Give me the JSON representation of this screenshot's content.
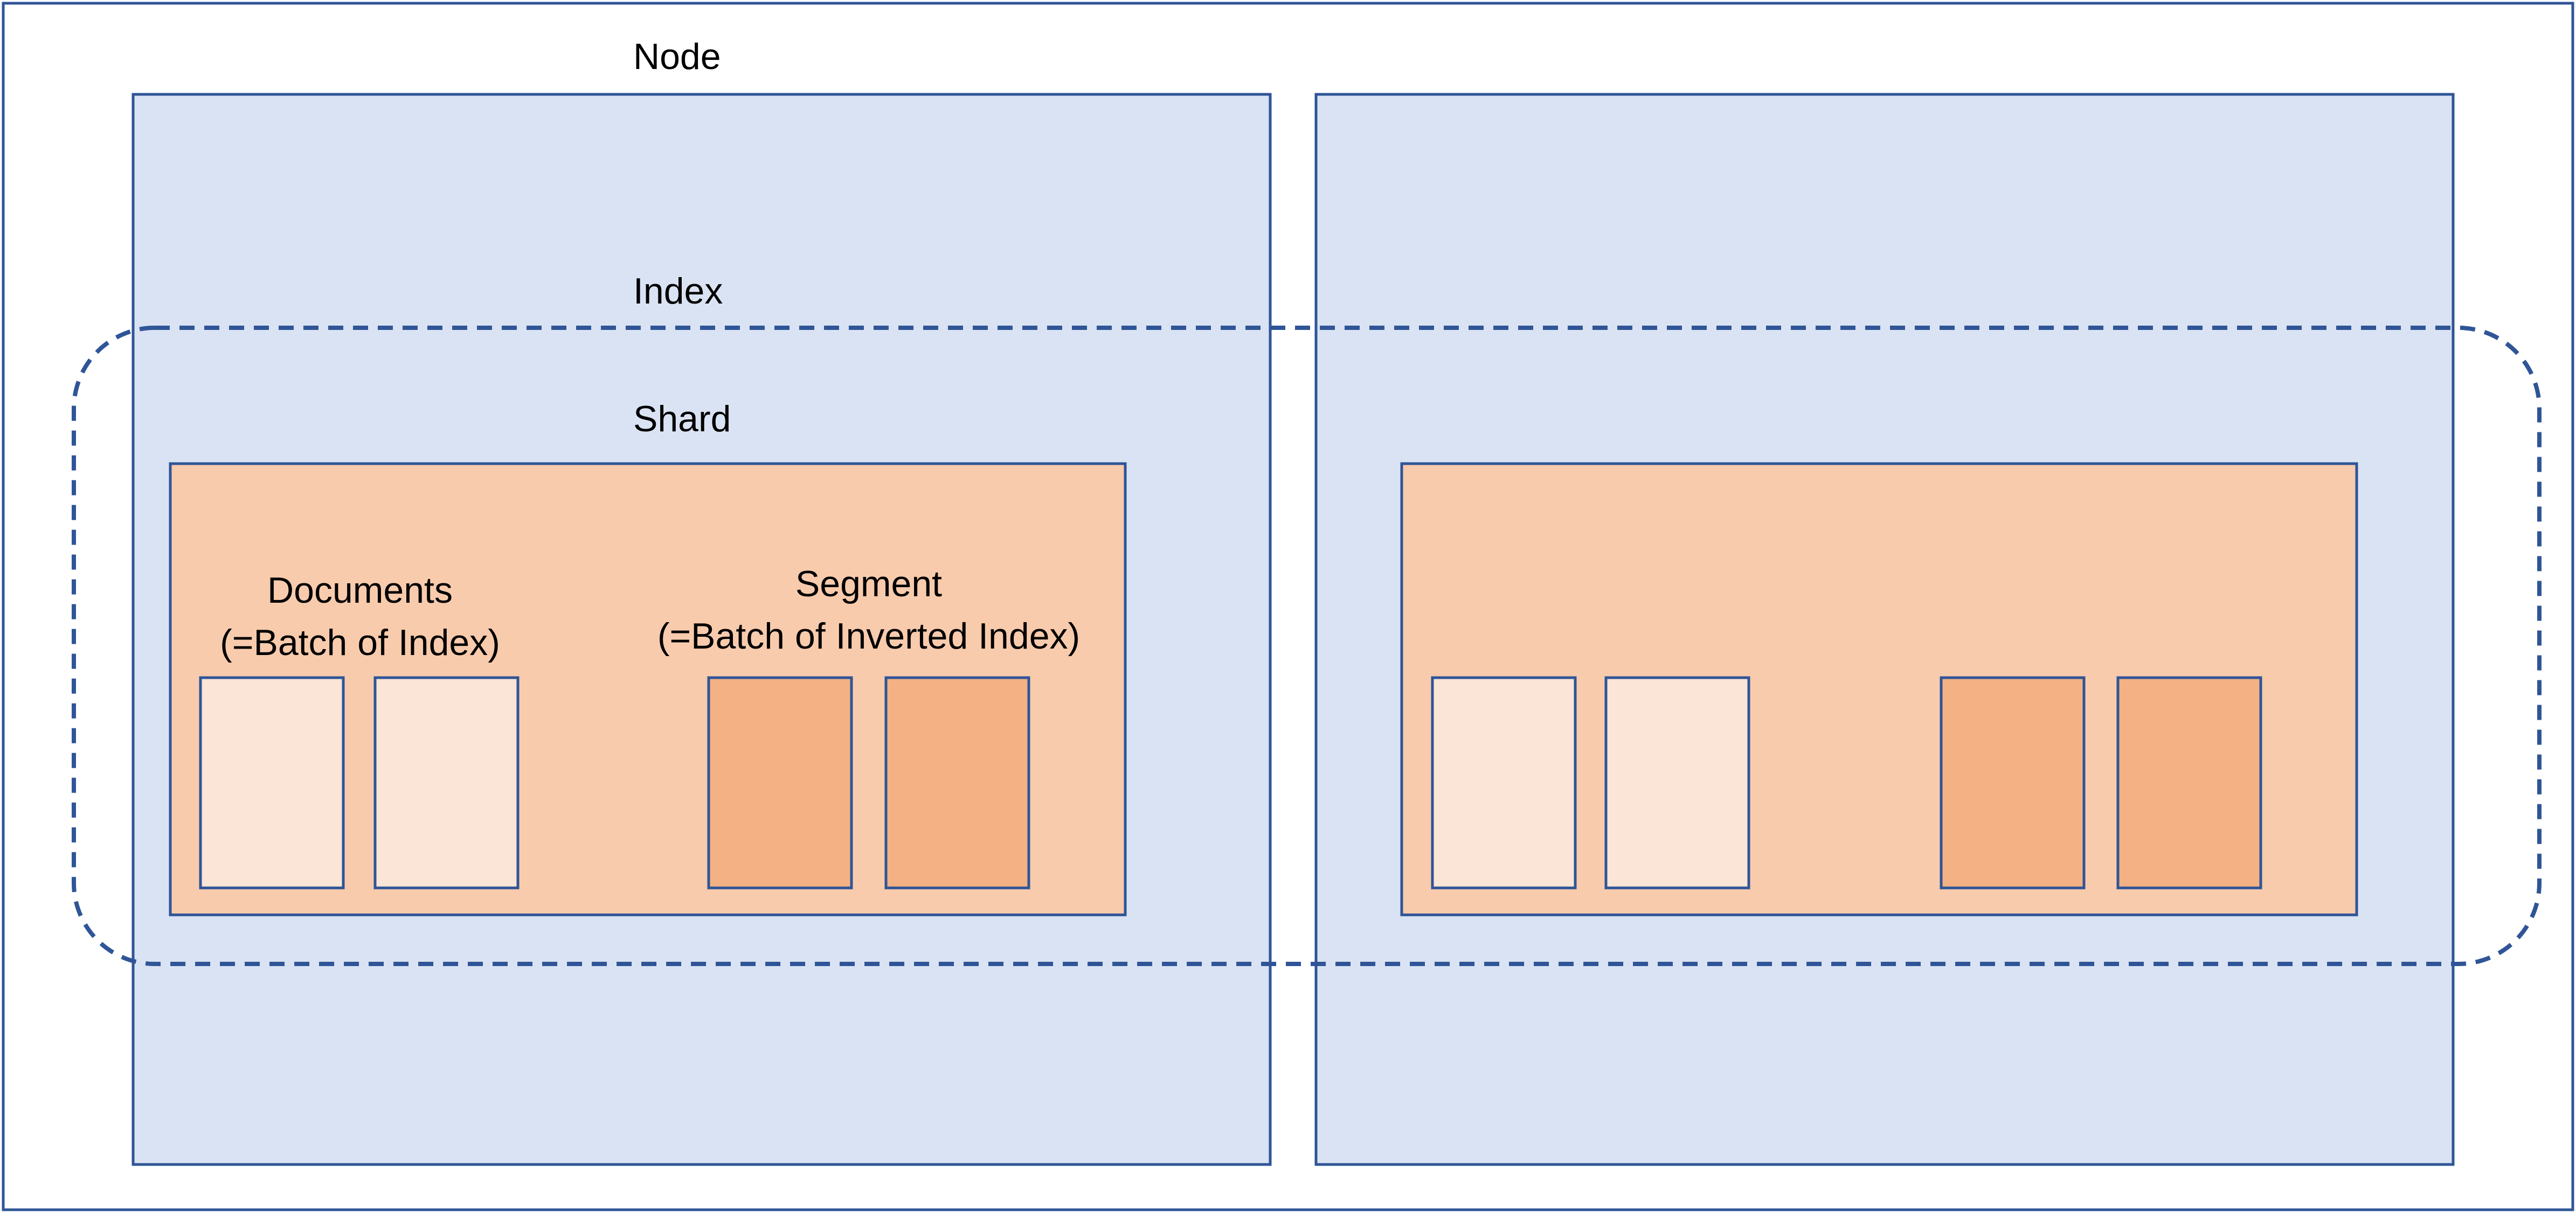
{
  "labels": {
    "node": "Node",
    "index": "Index",
    "shard": "Shard",
    "documents_title": "Documents",
    "documents_subtitle": "(=Batch of Index)",
    "segment_title": "Segment",
    "segment_subtitle": "(=Batch of Inverted Index)"
  },
  "colors": {
    "outline": "#2F5597",
    "node_fill": "#DAE3F3",
    "shard_fill": "#F8CBAD",
    "document_fill": "#FBE5D6",
    "segment_fill": "#F4B183",
    "background": "#FFFFFF"
  }
}
